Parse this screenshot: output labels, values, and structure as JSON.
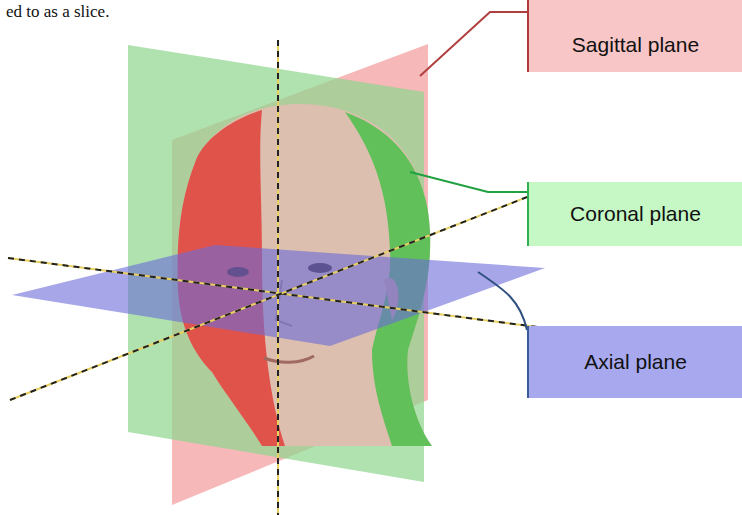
{
  "diagram": {
    "nodes": [
      {
        "text": [
          "Sagittal plane"
        ]
      },
      {
        "text": [
          "Coronal plane"
        ]
      },
      {
        "text": [
          "Axial plane"
        ]
      }
    ],
    "labels": [
      "ed to as a slice."
    ]
  }
}
